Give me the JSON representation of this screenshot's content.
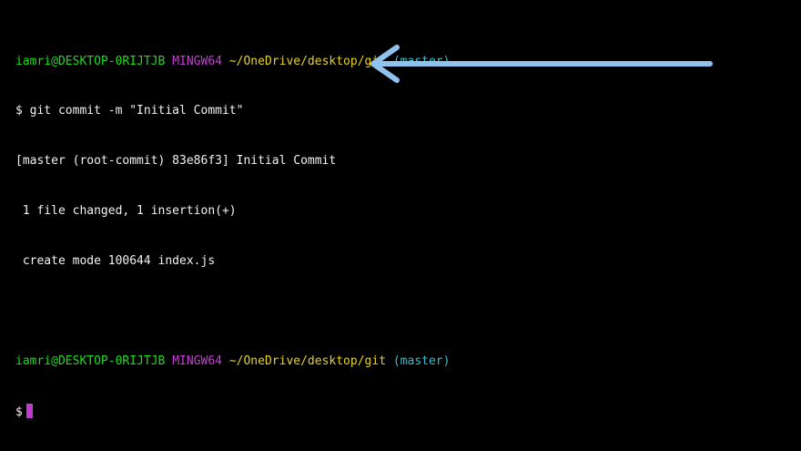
{
  "terminal": {
    "prompt1": {
      "user_host": "iamri@DESKTOP-0RIJTJB",
      "env": "MINGW64",
      "path": "~/OneDrive/desktop/git",
      "branch": "(master)"
    },
    "command_line": "$ git commit -m \"Initial Commit\"",
    "output": [
      "[master (root-commit) 83e86f3] Initial Commit",
      " 1 file changed, 1 insertion(+)",
      " create mode 100644 index.js"
    ],
    "prompt2": {
      "user_host": "iamri@DESKTOP-0RIJTJB",
      "env": "MINGW64",
      "path": "~/OneDrive/desktop/git",
      "branch": "(master)"
    },
    "input_prompt": "$"
  },
  "colors": {
    "background": "#000000",
    "user_host": "#1ddc1d",
    "env": "#c63fd6",
    "path": "#e8d21f",
    "branch": "#33bfd0",
    "cursor": "#c03ad0",
    "arrow": "#8fc3ee"
  },
  "annotation": {
    "icon": "left-arrow-icon"
  }
}
